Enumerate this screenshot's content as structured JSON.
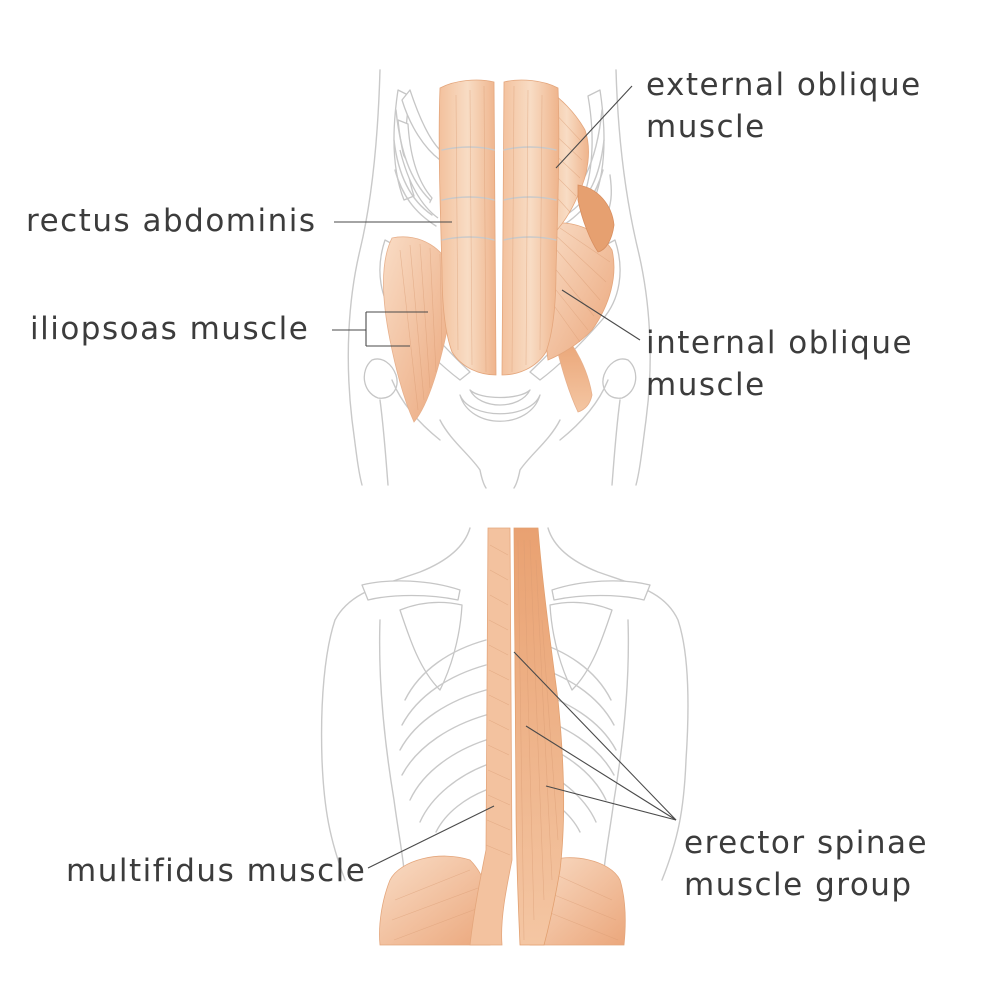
{
  "labels": {
    "external_oblique_line1": "external oblique",
    "external_oblique_line2": "muscle",
    "rectus_abdominis": "rectus abdominis",
    "iliopsoas": "iliopsoas muscle",
    "internal_oblique_line1": "internal oblique",
    "internal_oblique_line2": "muscle",
    "multifidus": "multifidus muscle",
    "erector_spinae_line1": "erector spinae",
    "erector_spinae_line2": "muscle group"
  },
  "colors": {
    "muscle_light": "#f6cfae",
    "muscle_mid": "#efb48c",
    "muscle_dark": "#e49a6c",
    "outline": "#c9c9c9",
    "text": "#3c3c3c"
  }
}
